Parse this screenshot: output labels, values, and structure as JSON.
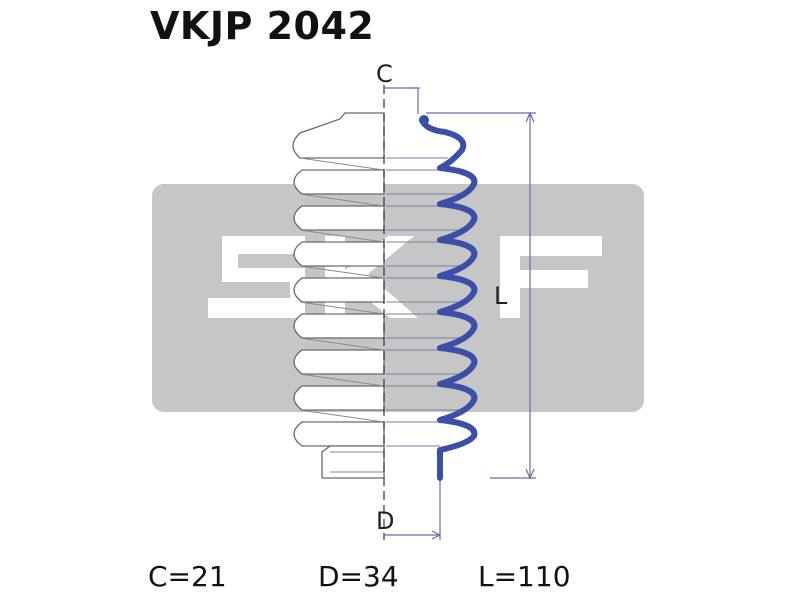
{
  "product": {
    "code": "VKJP 2042",
    "brand_watermark": "SKF"
  },
  "dimension_labels": {
    "c": "C",
    "d": "D",
    "l": "L"
  },
  "specs": {
    "c": "C=21",
    "d": "D=34",
    "l": "L=110"
  },
  "colors": {
    "profile_blue": "#3b4fa8",
    "watermark_gray": "#c6c6c6",
    "dimension_line": "#6e6ba8",
    "outline": "#6a6a6a"
  }
}
